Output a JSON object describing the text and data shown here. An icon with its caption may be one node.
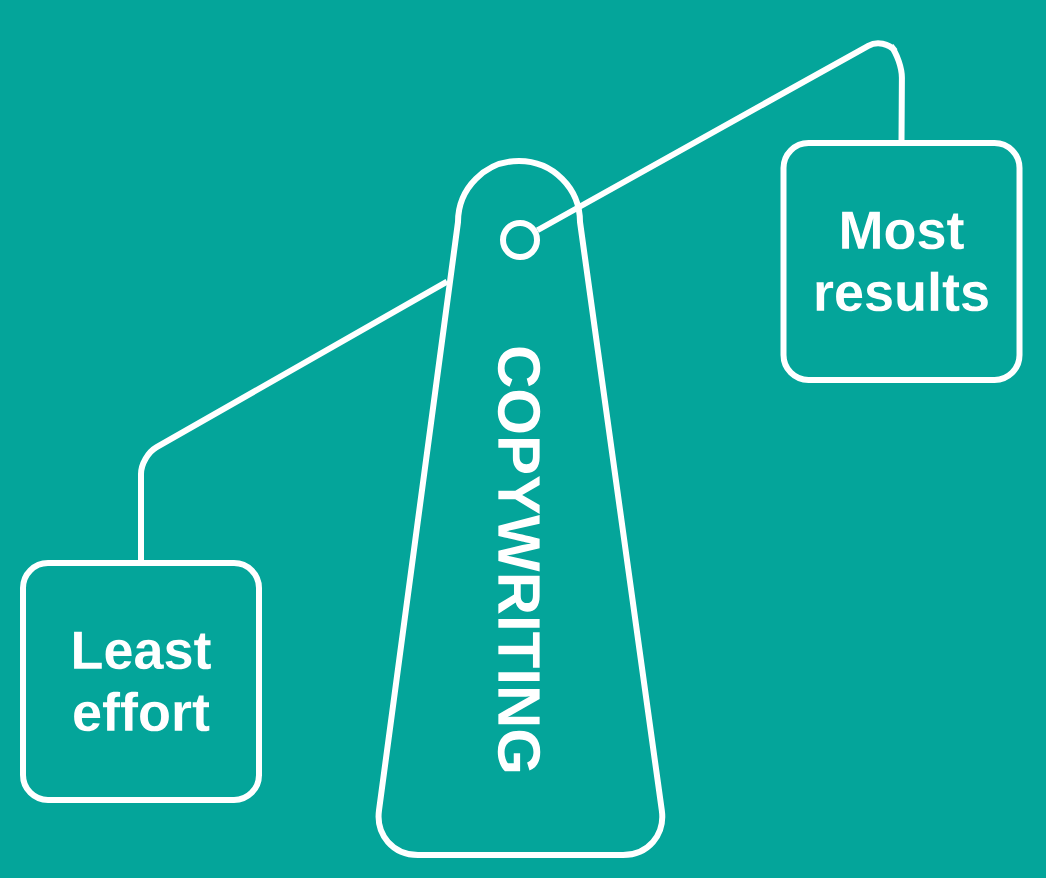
{
  "diagram": {
    "nodes": [
      {
        "text": [
          "COPYWRITING"
        ]
      },
      {
        "text": [
          "Least effort"
        ]
      },
      {
        "text": [
          "Most results"
        ]
      },
      {
        "text": [],
        "shape": "circle",
        "in": 0
      }
    ],
    "edges": [
      {
        "from": 3,
        "to": 1,
        "arrow": "none"
      },
      {
        "from": 3,
        "to": 2,
        "arrow": "none"
      }
    ]
  }
}
